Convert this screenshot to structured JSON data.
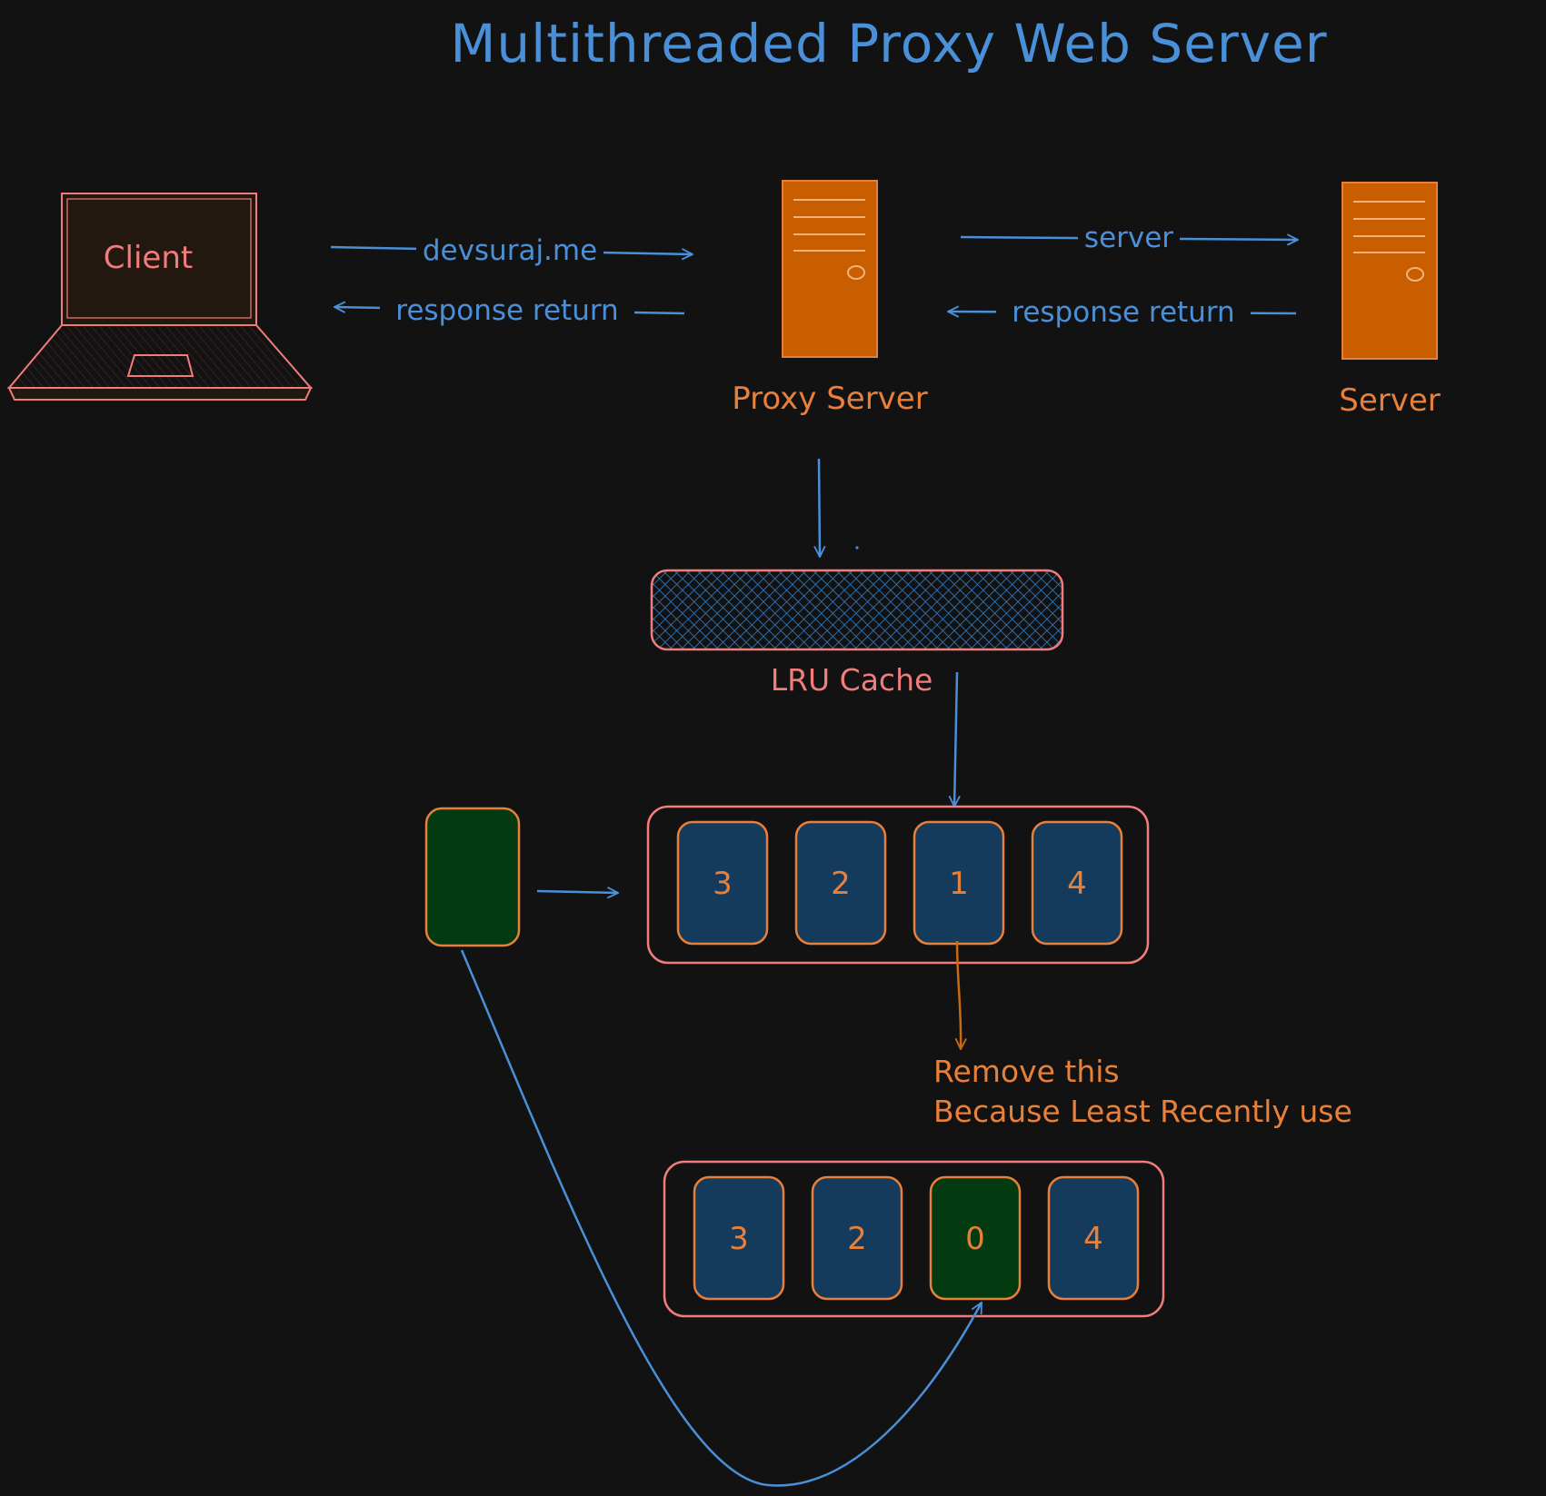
{
  "title": "Multithreaded Proxy Web Server",
  "client": {
    "label": "Client"
  },
  "proxy": {
    "label": "Proxy Server"
  },
  "server": {
    "label": "Server"
  },
  "edges": {
    "client_to_proxy": "devsuraj.me",
    "proxy_to_client": "response return",
    "proxy_to_server": "server",
    "server_to_proxy": "response return"
  },
  "cache": {
    "label": "LRU Cache"
  },
  "cache_before": [
    "3",
    "2",
    "1",
    "4"
  ],
  "cache_after": [
    "3",
    "2",
    "0",
    "4"
  ],
  "eviction_note": {
    "line1": "Remove this",
    "line2": "Because Least Recently use"
  },
  "colors": {
    "background": "#121212",
    "title": "#4a90d9",
    "arrow": "#4a90d9",
    "orange": "#e8803a",
    "server_fill": "#c85e00",
    "pink": "#f07c7c",
    "cell_fill": "#143a5c",
    "new_cell_fill": "#043a10",
    "evict_arrow": "#c86a10"
  }
}
